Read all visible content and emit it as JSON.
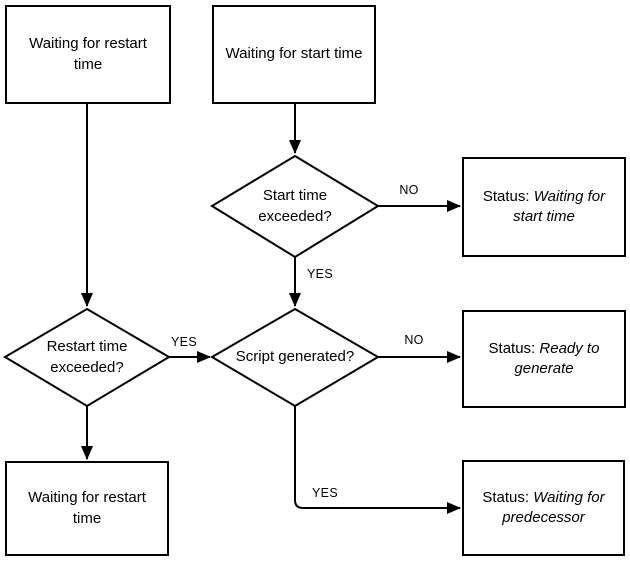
{
  "diagram": {
    "type": "flowchart",
    "colors": {
      "stroke": "#000000",
      "node_fill": "#ffffff",
      "background": "#ffffff"
    },
    "nodes": {
      "waiting_restart_top": {
        "label": "Waiting for restart time"
      },
      "waiting_start": {
        "label": "Waiting for start time"
      },
      "start_exceeded": {
        "label": "Start time exceeded?"
      },
      "restart_exceeded": {
        "label": "Restart time exceeded?"
      },
      "script_generated": {
        "label": "Script generated?"
      },
      "status_waiting_start": {
        "prefix": "Status:",
        "value": "Waiting for start time"
      },
      "status_ready": {
        "prefix": "Status:",
        "value": "Ready to generate"
      },
      "status_waiting_pred": {
        "prefix": "Status:",
        "value": "Waiting for predecessor"
      },
      "waiting_restart_bottom": {
        "label": "Waiting for restart time"
      }
    },
    "edge_labels": {
      "start_no": "NO",
      "start_yes": "YES",
      "restart_yes": "YES",
      "script_no": "NO",
      "script_yes": "YES"
    }
  }
}
